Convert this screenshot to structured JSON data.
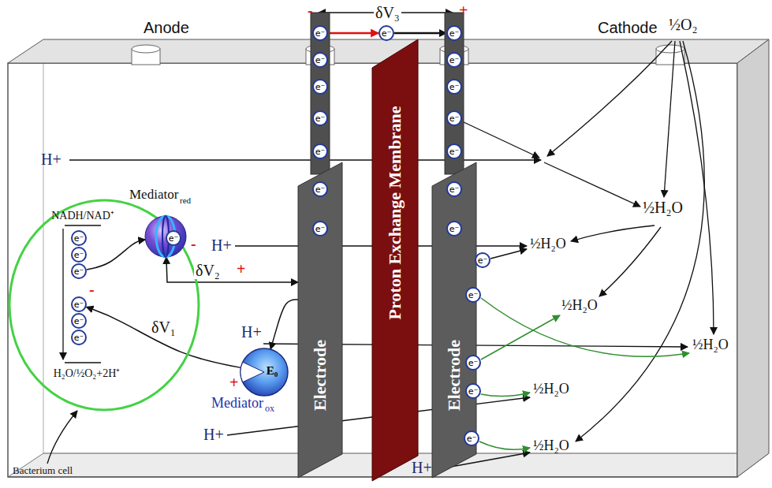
{
  "diagram": {
    "nodes": [
      {
        "text": [
          "NADH/NAD⁺",
          "H₂O/½O₂+2H⁺",
          "Bacterium cell"
        ]
      },
      {
        "text": [
          "e⁻"
        ],
        "in": 0
      },
      {
        "text": [
          "e⁻"
        ],
        "in": 0
      },
      {
        "text": [
          "e⁻"
        ],
        "in": 0
      },
      {
        "text": [
          "e⁻"
        ],
        "in": 0
      },
      {
        "text": [
          "e⁻"
        ],
        "in": 0
      },
      {
        "text": [
          "e⁻"
        ],
        "in": 0
      },
      {
        "text": [
          "Mediator",
          "red"
        ]
      },
      {
        "text": [
          "e⁻"
        ],
        "in": 7
      },
      {
        "text": [
          "E₀",
          "Mediator",
          "ox"
        ]
      },
      {
        "text": [
          "Electrode"
        ]
      },
      {
        "text": [
          "e⁻"
        ],
        "in": 10
      },
      {
        "text": [
          "e⁻"
        ],
        "in": 10
      },
      {
        "text": [
          "e⁻"
        ],
        "in": 10
      },
      {
        "text": [
          "e⁻"
        ],
        "in": 10
      },
      {
        "text": [
          "e⁻"
        ],
        "in": 10
      },
      {
        "text": [
          "e⁻"
        ],
        "in": 10
      },
      {
        "text": [
          "e⁻"
        ],
        "in": 10
      },
      {
        "text": [
          "e⁻"
        ]
      },
      {
        "text": [
          "Proton Exchange Membrane"
        ]
      },
      {
        "text": [
          "Electrode"
        ]
      },
      {
        "text": [
          "e⁻"
        ],
        "in": 20
      },
      {
        "text": [
          "e⁻"
        ],
        "in": 20
      },
      {
        "text": [
          "e⁻"
        ],
        "in": 20
      },
      {
        "text": [
          "e⁻"
        ],
        "in": 20
      },
      {
        "text": [
          "e⁻"
        ],
        "in": 20
      },
      {
        "text": [
          "e⁻"
        ],
        "in": 20
      },
      {
        "text": [
          "e⁻"
        ],
        "in": 20
      },
      {
        "text": [
          "e⁻"
        ],
        "in": 20
      },
      {
        "text": [
          "e⁻"
        ],
        "in": 20
      },
      {
        "text": [
          "e⁻"
        ],
        "in": 20
      },
      {
        "text": [
          "e⁻"
        ],
        "in": 20
      },
      {
        "text": [
          "e⁻"
        ],
        "in": 20
      }
    ],
    "edges": [
      {
        "from": 11,
        "to": 18,
        "arrow": "to"
      },
      {
        "from": 18,
        "to": 21,
        "arrow": "to"
      },
      {
        "from": 3,
        "to": 7,
        "arrow": "to"
      },
      {
        "from": 7,
        "to": 10,
        "arrow": "both",
        "label": "δV₂"
      },
      {
        "from": 10,
        "to": 9,
        "arrow": "to"
      },
      {
        "from": 9,
        "to": 4,
        "arrow": "to",
        "label": "δV₁"
      }
    ],
    "labels": [
      "δV₃",
      "-",
      "+",
      "Anode",
      "Cathode",
      "½O₂",
      "H+",
      "H+",
      "-",
      "+",
      "H+",
      "-",
      "+",
      "½H₂O",
      "½H₂O",
      "½H₂O",
      "½H₂O",
      "½H₂O",
      "½H₂O",
      "H+",
      "H+"
    ]
  }
}
